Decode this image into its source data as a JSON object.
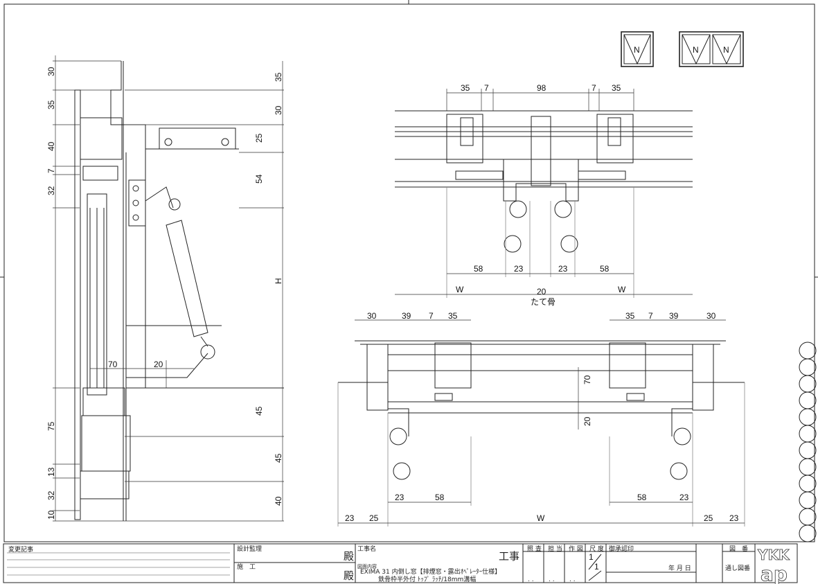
{
  "section_view": {
    "left_dims": [
      "30",
      "35",
      "40",
      "7",
      "32",
      "75",
      "13",
      "32",
      "10"
    ],
    "right_dims": [
      "35",
      "30",
      "25",
      "54",
      "H",
      "45",
      "45",
      "40"
    ],
    "horizontal_dims": [
      "70",
      "20"
    ]
  },
  "plan_top": {
    "top_dims": [
      "35",
      "7",
      "98",
      "7",
      "35"
    ],
    "bottom_dims": [
      "58",
      "23",
      "23",
      "58"
    ],
    "width_dims": [
      "W",
      "20",
      "W"
    ],
    "mullion_label": "たて骨"
  },
  "plan_bottom": {
    "top_left_dims": [
      "30",
      "39",
      "7",
      "35"
    ],
    "top_right_dims": [
      "35",
      "7",
      "39",
      "30"
    ],
    "vertical_dims": [
      "70",
      "20"
    ],
    "inner_left_dims": [
      "23",
      "58"
    ],
    "inner_right_dims": [
      "58",
      "23"
    ],
    "overall_dims": [
      "23",
      "25",
      "W",
      "25",
      "23"
    ]
  },
  "window_symbols": [
    "N",
    "N",
    "N"
  ],
  "title_block": {
    "revision_label": "変更記事",
    "supervision_label": "設計監理",
    "contractor_label": "施　工",
    "honorific_1": "殿",
    "honorific_2": "殿",
    "project_name_label": "工事名",
    "project_suffix": "工事",
    "drawing_content_label": "図面内容",
    "drawing_content_line1": "EXIMA 31 内倒し窓【排煙窓・露出ｵﾍﾟﾚｰﾀｰ仕様】",
    "drawing_content_line2": "鉄骨枠半外付 ﾄｯﾌﾟ ﾗｯﾁ/18mm溝幅",
    "check_label": "照 査",
    "charge_label": "担 当",
    "drawn_label": "作 図",
    "scale_label": "尺 度",
    "scale_num": "1",
    "scale_den": "1",
    "approval_label": "御承認印",
    "date_label": "年  月  日",
    "drawing_no_label": "図　番",
    "serial_no_label": "通し図番",
    "dots": ". ."
  },
  "logo": {
    "line1": "YKK",
    "line2": "ap"
  }
}
